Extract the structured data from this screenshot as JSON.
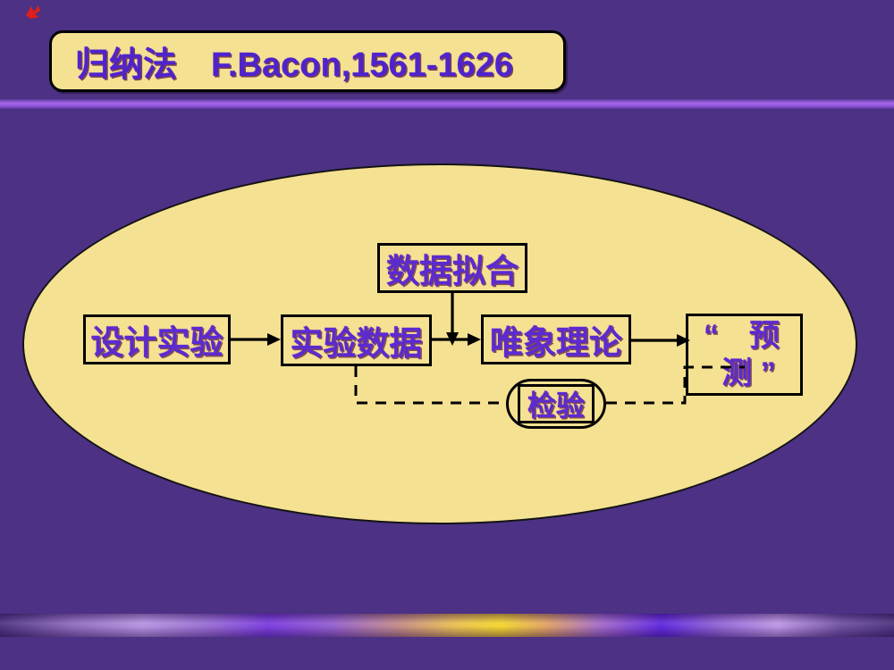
{
  "slide": {
    "title": "归纳法　F.Bacon,1561-1626"
  },
  "diagram": {
    "nodes": {
      "data_fitting": "数据拟合",
      "design_experiment": "设计实验",
      "experimental_data": "实验数据",
      "phenomenological_theory": "唯象理论",
      "prediction_line1": "“　预",
      "prediction_line2": "测 ”",
      "verification": "检验"
    },
    "connections": [
      {
        "from": "design_experiment",
        "to": "experimental_data",
        "style": "solid-arrow"
      },
      {
        "from": "experimental_data",
        "to": "phenomenological_theory",
        "style": "solid-arrow"
      },
      {
        "from": "data_fitting",
        "to": "experimental_data_theory_link",
        "style": "solid-arrow-down"
      },
      {
        "from": "phenomenological_theory",
        "to": "prediction",
        "style": "solid-arrow"
      },
      {
        "from": "experimental_data",
        "to": "verification",
        "style": "dashed"
      },
      {
        "from": "verification",
        "to": "prediction",
        "style": "dashed"
      }
    ]
  },
  "colors": {
    "background": "#4c3184",
    "panel_fill": "#f5e192",
    "text_accent": "#5b2ad0",
    "divider_line": "#9a5ce0",
    "outline": "#000000",
    "red_mark": "#df1f1a",
    "footer_yellow_peak": "#f2d324"
  }
}
